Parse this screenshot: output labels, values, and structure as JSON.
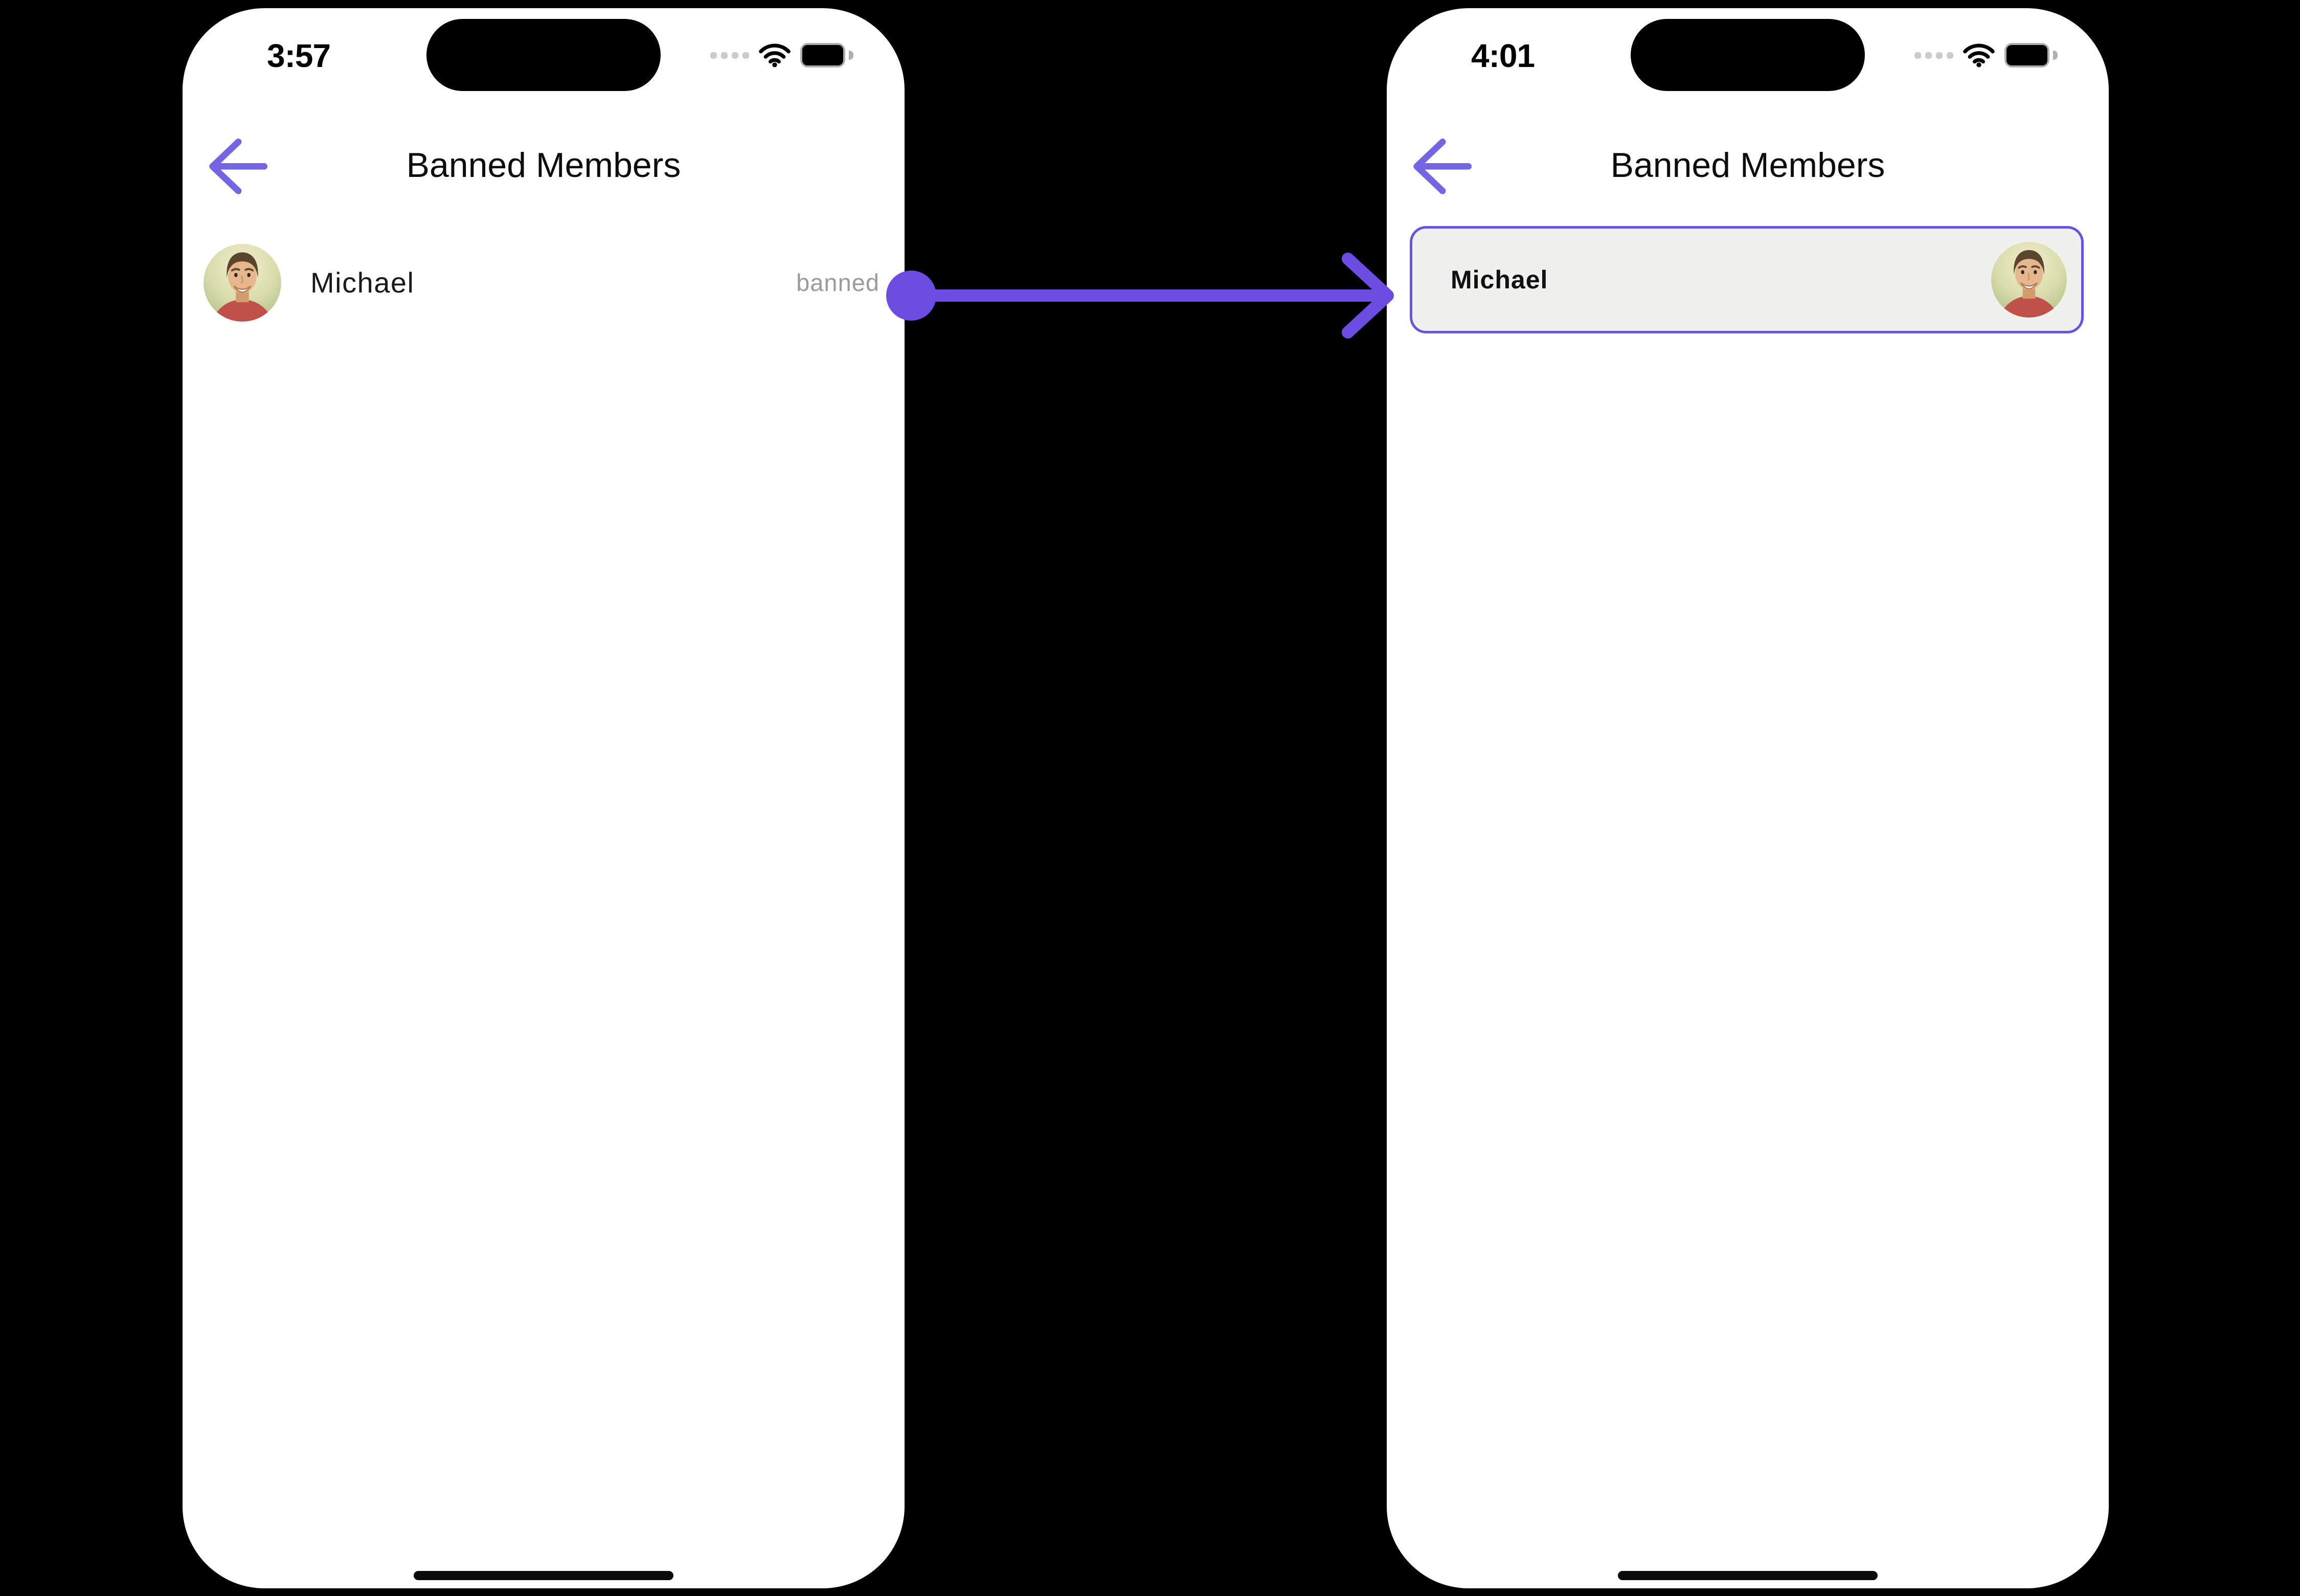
{
  "colors": {
    "canvas_bg": "#000000",
    "phone_bg": "#FFFFFF",
    "flow_arrow_purple": "#6C4CE1",
    "back_arrow_purple": "#7466E2",
    "card_border_purple": "#6C52DE",
    "card_bg": "#F0F0EF",
    "banned_text_gray": "#9B9B9B"
  },
  "left_phone": {
    "time": "3:57",
    "title": "Banned Members",
    "member": {
      "name": "Michael",
      "status": "banned"
    }
  },
  "right_phone": {
    "time": "4:01",
    "title": "Banned Members",
    "member": {
      "name": "Michael"
    }
  }
}
